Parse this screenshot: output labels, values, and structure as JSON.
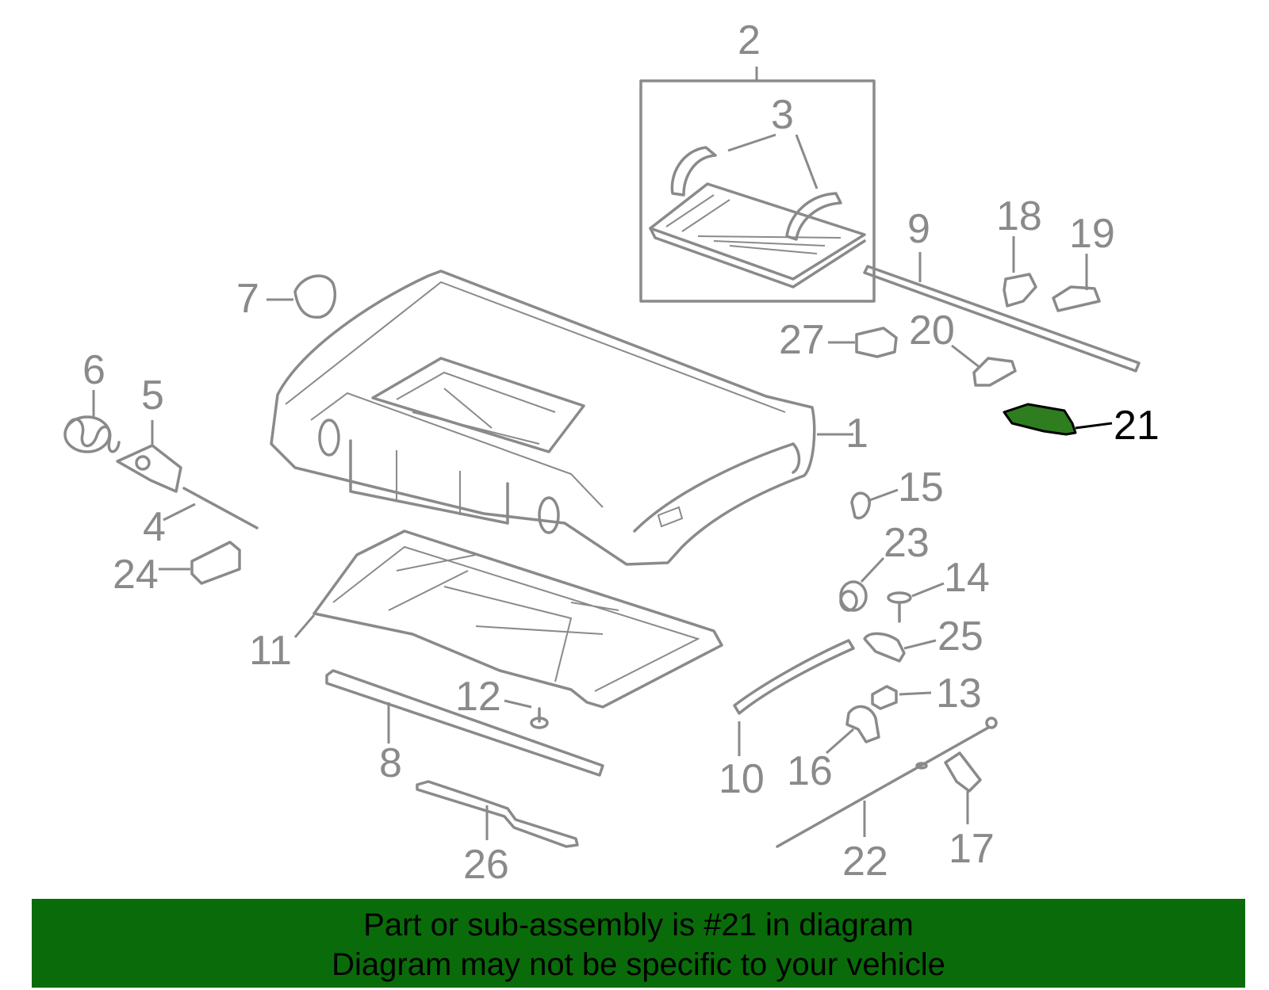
{
  "callouts": [
    {
      "id": "1",
      "label": "1"
    },
    {
      "id": "2",
      "label": "2"
    },
    {
      "id": "3",
      "label": "3"
    },
    {
      "id": "4",
      "label": "4"
    },
    {
      "id": "5",
      "label": "5"
    },
    {
      "id": "6",
      "label": "6"
    },
    {
      "id": "7",
      "label": "7"
    },
    {
      "id": "8",
      "label": "8"
    },
    {
      "id": "9",
      "label": "9"
    },
    {
      "id": "10",
      "label": "10"
    },
    {
      "id": "11",
      "label": "11"
    },
    {
      "id": "12",
      "label": "12"
    },
    {
      "id": "13",
      "label": "13"
    },
    {
      "id": "14",
      "label": "14"
    },
    {
      "id": "15",
      "label": "15"
    },
    {
      "id": "16",
      "label": "16"
    },
    {
      "id": "17",
      "label": "17"
    },
    {
      "id": "18",
      "label": "18"
    },
    {
      "id": "19",
      "label": "19"
    },
    {
      "id": "20",
      "label": "20"
    },
    {
      "id": "21",
      "label": "21"
    },
    {
      "id": "22",
      "label": "22"
    },
    {
      "id": "23",
      "label": "23"
    },
    {
      "id": "24",
      "label": "24"
    },
    {
      "id": "25",
      "label": "25"
    },
    {
      "id": "26",
      "label": "26"
    },
    {
      "id": "27",
      "label": "27"
    }
  ],
  "highlighted_part": "21",
  "colors": {
    "highlight": "#2e7d1e",
    "banner": "#0a6b0a",
    "line": "#8a8a8a"
  },
  "banner": {
    "line1": "Part or sub-assembly is #21 in diagram",
    "line2": "Diagram may not be specific to your vehicle"
  }
}
